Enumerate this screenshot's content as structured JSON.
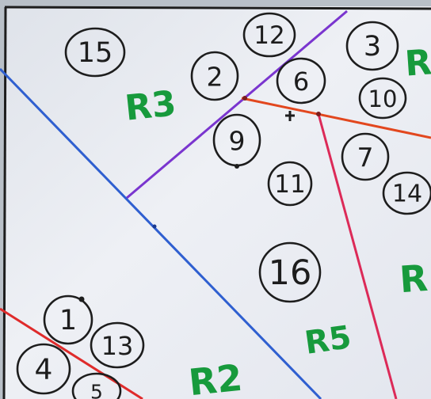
{
  "diagram": {
    "circles": [
      {
        "id": "c15",
        "label": "15"
      },
      {
        "id": "c12",
        "label": "12"
      },
      {
        "id": "c2",
        "label": "2"
      },
      {
        "id": "c6",
        "label": "6"
      },
      {
        "id": "c3",
        "label": "3"
      },
      {
        "id": "c10",
        "label": "10"
      },
      {
        "id": "c9",
        "label": "9"
      },
      {
        "id": "c7",
        "label": "7"
      },
      {
        "id": "c11",
        "label": "11"
      },
      {
        "id": "c14",
        "label": "14"
      },
      {
        "id": "c16",
        "label": "16"
      },
      {
        "id": "c1",
        "label": "1"
      },
      {
        "id": "c13",
        "label": "13"
      },
      {
        "id": "c4",
        "label": "4"
      },
      {
        "id": "c5",
        "label": "5"
      }
    ],
    "regions": [
      {
        "id": "r3",
        "label": "R3"
      },
      {
        "id": "r_top_right",
        "label": "R"
      },
      {
        "id": "r_right",
        "label": "R"
      },
      {
        "id": "r5",
        "label": "R5"
      },
      {
        "id": "r2",
        "label": "R2"
      }
    ],
    "colors": {
      "paper": "#eef0f5",
      "ink": "#1d1d1d",
      "region_text": "#179a3c",
      "blue_line": "#2f5fd0",
      "purple_line": "#7a35cf",
      "orange_line": "#e2471e",
      "pink_line": "#dc2a58",
      "red_line": "#df2b2b"
    }
  }
}
